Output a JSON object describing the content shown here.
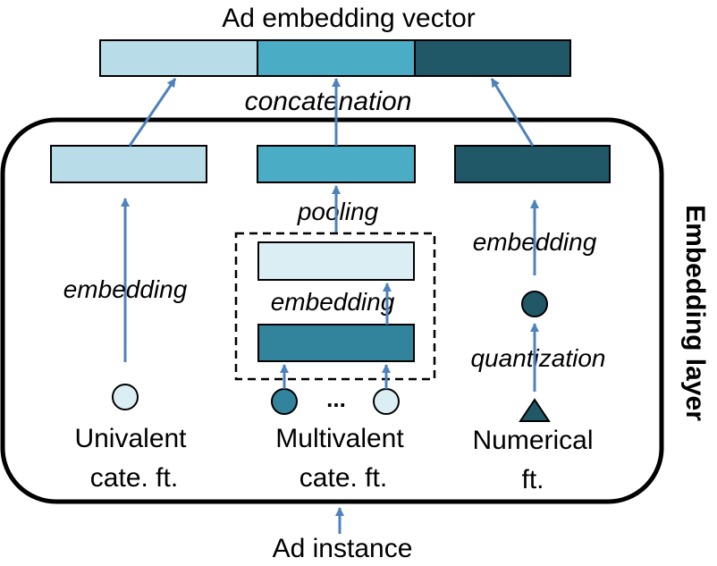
{
  "title": "Ad embedding vector",
  "layer_label": "Embedding layer",
  "input_label": "Ad instance",
  "ops": {
    "concatenation": "concatenation",
    "pooling": "pooling",
    "embedding_univalent": "embedding",
    "embedding_multivalent": "embedding",
    "embedding_numerical": "embedding",
    "quantization": "quantization",
    "ellipsis": "..."
  },
  "features": {
    "univalent": {
      "line1": "Univalent",
      "line2": "cate. ft."
    },
    "multivalent": {
      "line1": "Multivalent",
      "line2": "cate. ft."
    },
    "numerical": {
      "line1": "Numerical",
      "line2": "ft."
    }
  },
  "colors": {
    "light": "#b8dde9",
    "mid": "#4aacc5",
    "dark": "#215868",
    "multivalent_dark": "#31849b",
    "pooled_light": "#dbeef4",
    "arrow": "#4f81bd",
    "outline": "#000000"
  },
  "icons": {
    "univalent": "circle-icon",
    "multivalent": "circle-icon",
    "numerical_quantized": "circle-icon",
    "numerical_raw": "triangle-icon"
  }
}
